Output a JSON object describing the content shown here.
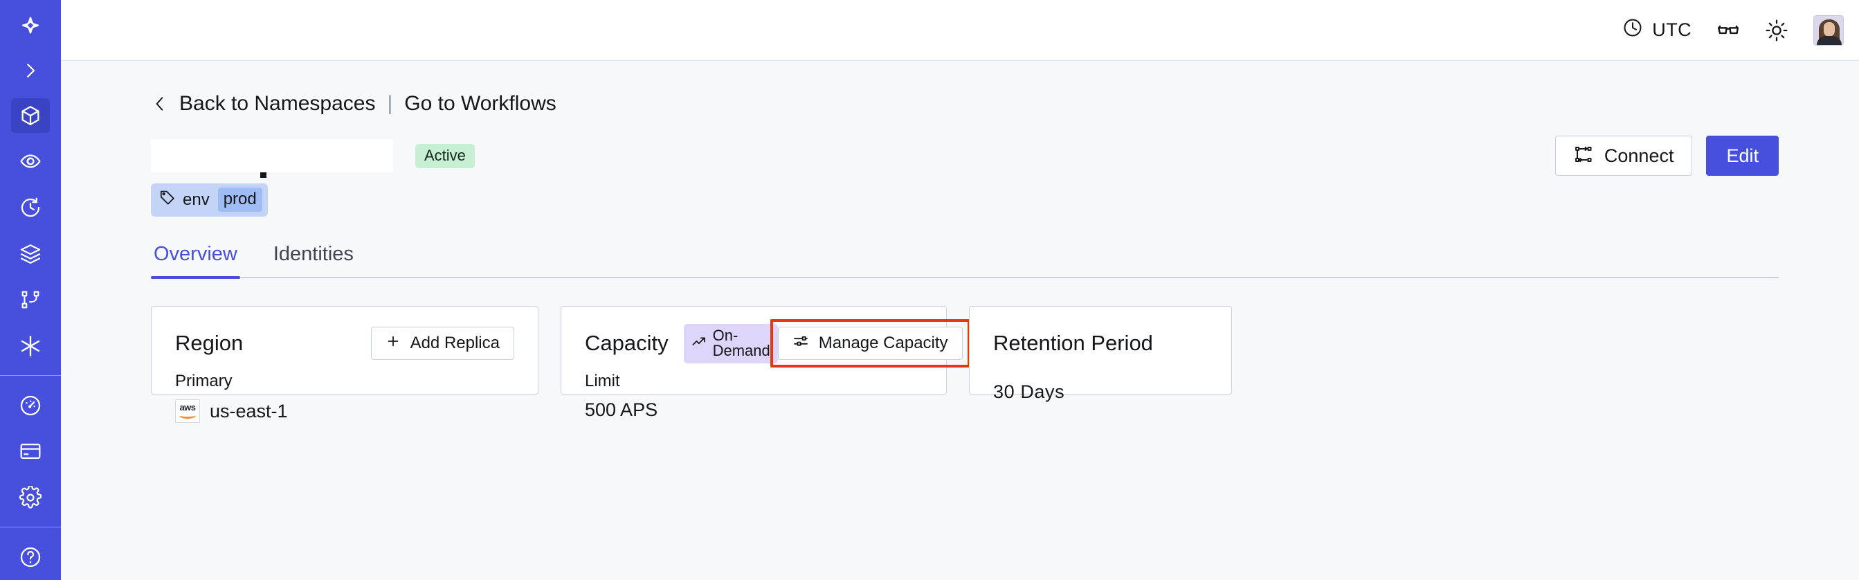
{
  "sidebar": {
    "items": [
      {
        "name": "logo",
        "icon": "compass-star-icon",
        "active": false
      },
      {
        "name": "expand",
        "icon": "chevron-right-icon",
        "active": false
      },
      {
        "name": "namespaces",
        "icon": "cube-icon",
        "active": true
      },
      {
        "name": "observability",
        "icon": "eye-icon",
        "active": false
      },
      {
        "name": "history",
        "icon": "clock-rewind-icon",
        "active": false
      },
      {
        "name": "layers",
        "icon": "layers-icon",
        "active": false
      },
      {
        "name": "workflows",
        "icon": "git-branch-icon",
        "active": false
      },
      {
        "name": "integrations",
        "icon": "asterisk-icon",
        "active": false
      },
      {
        "name": "usage",
        "icon": "gauge-icon",
        "active": false
      },
      {
        "name": "billing",
        "icon": "credit-card-icon",
        "active": false
      },
      {
        "name": "settings",
        "icon": "gear-icon",
        "active": false
      },
      {
        "name": "help",
        "icon": "help-circle-icon",
        "active": false
      }
    ]
  },
  "topbar": {
    "timezone": "UTC",
    "clock_icon": "clock-icon",
    "glasses_icon": "glasses-icon",
    "theme_icon": "sun-icon",
    "avatar_icon": "user-avatar"
  },
  "breadcrumb": {
    "back_icon": "chevron-left-icon",
    "back_label": "Back to Namespaces",
    "separator": "|",
    "forward_label": "Go to Workflows"
  },
  "header": {
    "title": "",
    "status_badge": "Active",
    "connect_label": "Connect",
    "connect_icon": "connect-flow-icon",
    "edit_label": "Edit",
    "tag": {
      "icon": "tag-icon",
      "key": "env",
      "value": "prod"
    }
  },
  "tabs": [
    {
      "label": "Overview",
      "active": true
    },
    {
      "label": "Identities",
      "active": false
    }
  ],
  "cards": {
    "region": {
      "title": "Region",
      "action_label": "Add Replica",
      "action_icon": "plus-icon",
      "label": "Primary",
      "provider_icon": "aws-logo",
      "provider_text": "aws",
      "value": "us-east-1"
    },
    "capacity": {
      "title": "Capacity",
      "badge_label": "On-Demand",
      "badge_icon": "trending-up-icon",
      "action_label": "Manage Capacity",
      "action_icon": "sliders-icon",
      "action_highlighted": true,
      "label": "Limit",
      "value": "500 APS"
    },
    "retention": {
      "title": "Retention Period",
      "value": "30 Days"
    }
  },
  "colors": {
    "brand": "#4650DC",
    "page_bg": "#F7F8FA",
    "active_badge_bg": "#C6EFD4",
    "ondemand_badge_bg": "#DED5FA",
    "tag_bg": "#C3D4F7",
    "tag_value_bg": "#9FBCF5",
    "highlight_box": "#E8370C"
  }
}
